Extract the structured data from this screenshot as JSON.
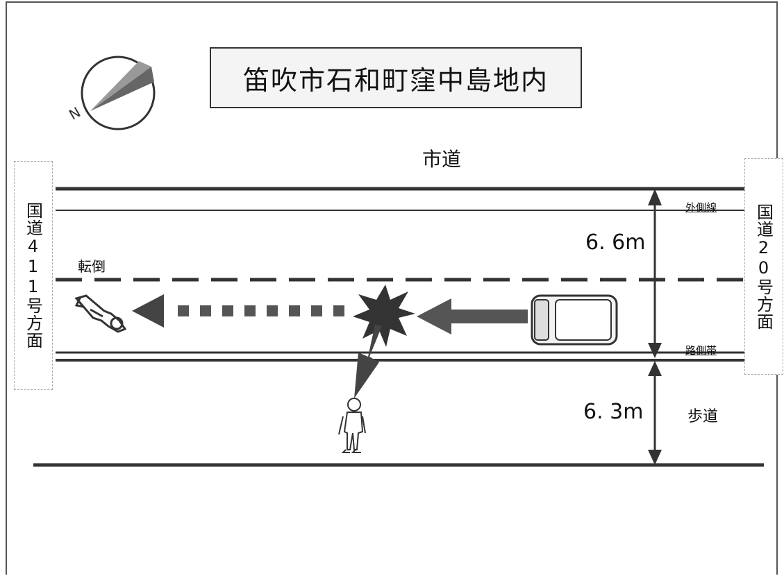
{
  "title": "笛吹市石和町窪中島地内",
  "labels": {
    "city_road": "市道",
    "left_direction": "国道411号方面",
    "right_direction": "国道20号方面",
    "rollover": "転倒",
    "outer_line": "外側線",
    "shoulder": "路側帯",
    "sidewalk": "歩道",
    "road_width": "6. 6m",
    "sidewalk_width": "6. 3m"
  },
  "icons": {
    "compass": "compass-north-icon",
    "motorcycle": "fallen-motorcycle-icon",
    "car": "car-icon",
    "pedestrian": "pedestrian-icon",
    "collision": "collision-burst-icon"
  },
  "colors": {
    "line": "#333333",
    "arrow": "#555555",
    "burst": "#333333"
  }
}
